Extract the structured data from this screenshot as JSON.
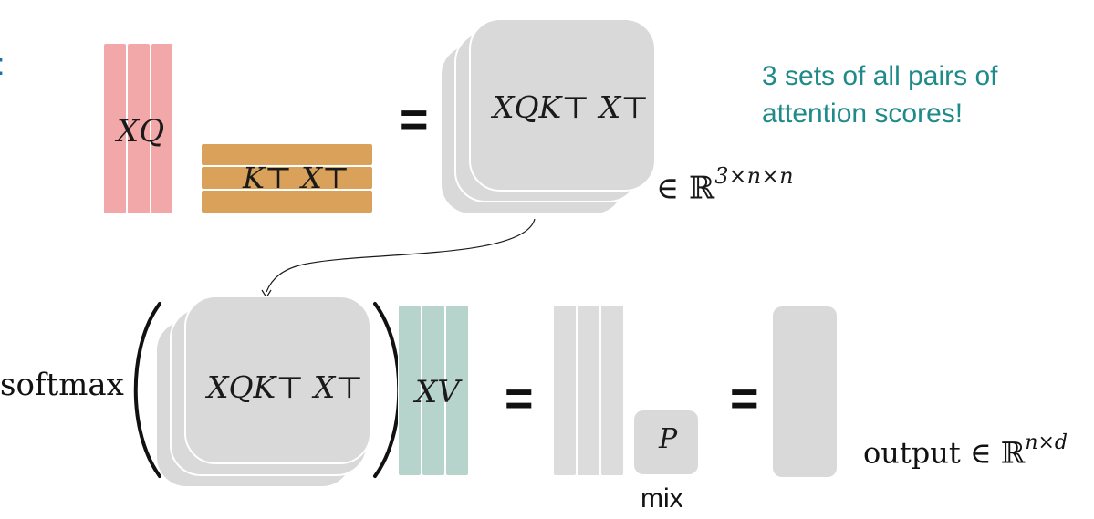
{
  "labels": {
    "xq": "XQ",
    "kt_xt": "K⊤ X⊤",
    "scores_top": "XQK⊤ X⊤",
    "scores_bottom": "XQK⊤ X⊤",
    "xv": "XV",
    "p": "P",
    "softmax": "softmax",
    "mix": "mix",
    "equals_1": "=",
    "equals_2": "=",
    "equals_3": "=",
    "annotation": "3 sets of all pairs of attention scores!",
    "in_r": "∈ ℝ",
    "in_r_exp": "3×n×n",
    "output": "output ∈ ℝ",
    "output_exp": "n×d",
    "left_edge": ":"
  },
  "colors": {
    "xq": "#f2a8a8",
    "kt_xt": "#d9a15a",
    "card": "#d9d9d9",
    "xv": "#b6d4cc",
    "gray_stripe": "#dcdcdc",
    "annotation": "#1f8a8a"
  }
}
